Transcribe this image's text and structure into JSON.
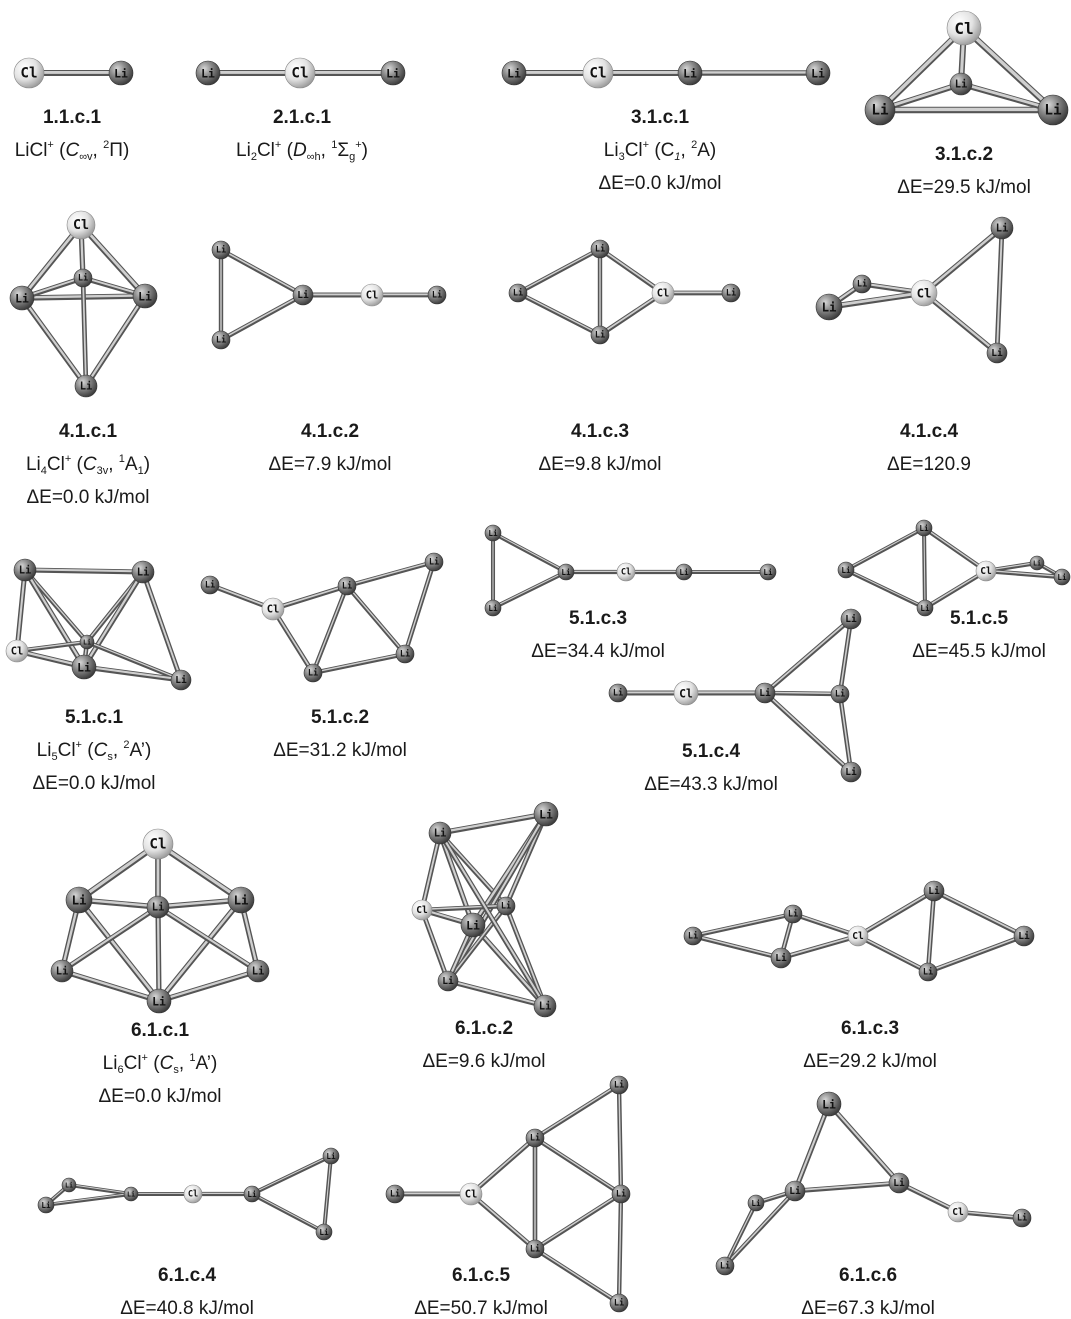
{
  "atom_names": {
    "Li": "Li",
    "Cl": "Cl"
  },
  "structures": [
    {
      "id": "1.1.c.1",
      "lines": [
        [
          {
            "t": "LiCl"
          },
          {
            "t": "+",
            "sup": true
          },
          {
            "t": " ("
          },
          {
            "t": "C",
            "i": true
          },
          {
            "t": "∞v",
            "sub": true
          },
          {
            "t": ", "
          },
          {
            "t": "2",
            "sup": true
          },
          {
            "t": "Π)"
          }
        ]
      ]
    },
    {
      "id": "2.1.c.1",
      "lines": [
        [
          {
            "t": "Li"
          },
          {
            "t": "2",
            "sub": true
          },
          {
            "t": "Cl"
          },
          {
            "t": "+",
            "sup": true
          },
          {
            "t": " ("
          },
          {
            "t": "D",
            "i": true
          },
          {
            "t": "∞h",
            "sub": true
          },
          {
            "t": ", "
          },
          {
            "t": "1",
            "sup": true
          },
          {
            "t": "Σ"
          },
          {
            "t": "g",
            "sub": true
          },
          {
            "t": "+",
            "sup": true
          },
          {
            "t": ")"
          }
        ]
      ]
    },
    {
      "id": "3.1.c.1",
      "lines": [
        [
          {
            "t": "Li"
          },
          {
            "t": "3",
            "sub": true
          },
          {
            "t": "Cl"
          },
          {
            "t": "+",
            "sup": true
          },
          {
            "t": " (C"
          },
          {
            "t": "1",
            "sub": true,
            "i": true
          },
          {
            "t": ", "
          },
          {
            "t": "2",
            "sup": true
          },
          {
            "t": "A)"
          }
        ],
        [
          {
            "t": "ΔE=0.0 kJ/mol"
          }
        ]
      ]
    },
    {
      "id": "3.1.c.2",
      "lines": [
        [
          {
            "t": "ΔE=29.5 kJ/mol"
          }
        ]
      ]
    },
    {
      "id": "4.1.c.1",
      "lines": [
        [
          {
            "t": "Li"
          },
          {
            "t": "4",
            "sub": true
          },
          {
            "t": "Cl"
          },
          {
            "t": "+",
            "sup": true
          },
          {
            "t": " ("
          },
          {
            "t": "C",
            "i": true
          },
          {
            "t": "3v",
            "sub": true
          },
          {
            "t": ", "
          },
          {
            "t": "1",
            "sup": true
          },
          {
            "t": "A"
          },
          {
            "t": "1",
            "sub": true
          },
          {
            "t": ")"
          }
        ],
        [
          {
            "t": "ΔE=0.0 kJ/mol"
          }
        ]
      ]
    },
    {
      "id": "4.1.c.2",
      "lines": [
        [
          {
            "t": "ΔE=7.9 kJ/mol"
          }
        ]
      ]
    },
    {
      "id": "4.1.c.3",
      "lines": [
        [
          {
            "t": "ΔE=9.8 kJ/mol"
          }
        ]
      ]
    },
    {
      "id": "4.1.c.4",
      "lines": [
        [
          {
            "t": "ΔE=120.9"
          }
        ]
      ]
    },
    {
      "id": "5.1.c.1",
      "lines": [
        [
          {
            "t": "Li"
          },
          {
            "t": "5",
            "sub": true
          },
          {
            "t": "Cl"
          },
          {
            "t": "+",
            "sup": true
          },
          {
            "t": " ("
          },
          {
            "t": "C",
            "i": true
          },
          {
            "t": "s",
            "sub": true
          },
          {
            "t": ", "
          },
          {
            "t": "2",
            "sup": true
          },
          {
            "t": "A’)"
          }
        ],
        [
          {
            "t": "ΔE=0.0 kJ/mol"
          }
        ]
      ]
    },
    {
      "id": "5.1.c.2",
      "lines": [
        [
          {
            "t": "ΔE=31.2 kJ/mol"
          }
        ]
      ]
    },
    {
      "id": "5.1.c.3",
      "lines": [
        [
          {
            "t": "ΔE=34.4 kJ/mol"
          }
        ]
      ]
    },
    {
      "id": "5.1.c.4",
      "lines": [
        [
          {
            "t": "ΔE=43.3 kJ/mol"
          }
        ]
      ]
    },
    {
      "id": "5.1.c.5",
      "lines": [
        [
          {
            "t": "ΔE=45.5 kJ/mol"
          }
        ]
      ]
    },
    {
      "id": "6.1.c.1",
      "lines": [
        [
          {
            "t": "Li"
          },
          {
            "t": "6",
            "sub": true
          },
          {
            "t": "Cl"
          },
          {
            "t": "+",
            "sup": true
          },
          {
            "t": " ("
          },
          {
            "t": "C",
            "i": true
          },
          {
            "t": "s",
            "sub": true
          },
          {
            "t": ", "
          },
          {
            "t": "1",
            "sup": true
          },
          {
            "t": "A’)"
          }
        ],
        [
          {
            "t": "ΔE=0.0 kJ/mol"
          }
        ]
      ]
    },
    {
      "id": "6.1.c.2",
      "lines": [
        [
          {
            "t": "ΔE=9.6 kJ/mol"
          }
        ]
      ]
    },
    {
      "id": "6.1.c.3",
      "lines": [
        [
          {
            "t": "ΔE=29.2 kJ/mol"
          }
        ]
      ]
    },
    {
      "id": "6.1.c.4",
      "lines": [
        [
          {
            "t": "ΔE=40.8 kJ/mol"
          }
        ]
      ]
    },
    {
      "id": "6.1.c.5",
      "lines": [
        [
          {
            "t": "ΔE=50.7 kJ/mol"
          }
        ]
      ]
    },
    {
      "id": "6.1.c.6",
      "lines": [
        [
          {
            "t": "ΔE=67.3 kJ/mol"
          }
        ]
      ]
    }
  ]
}
